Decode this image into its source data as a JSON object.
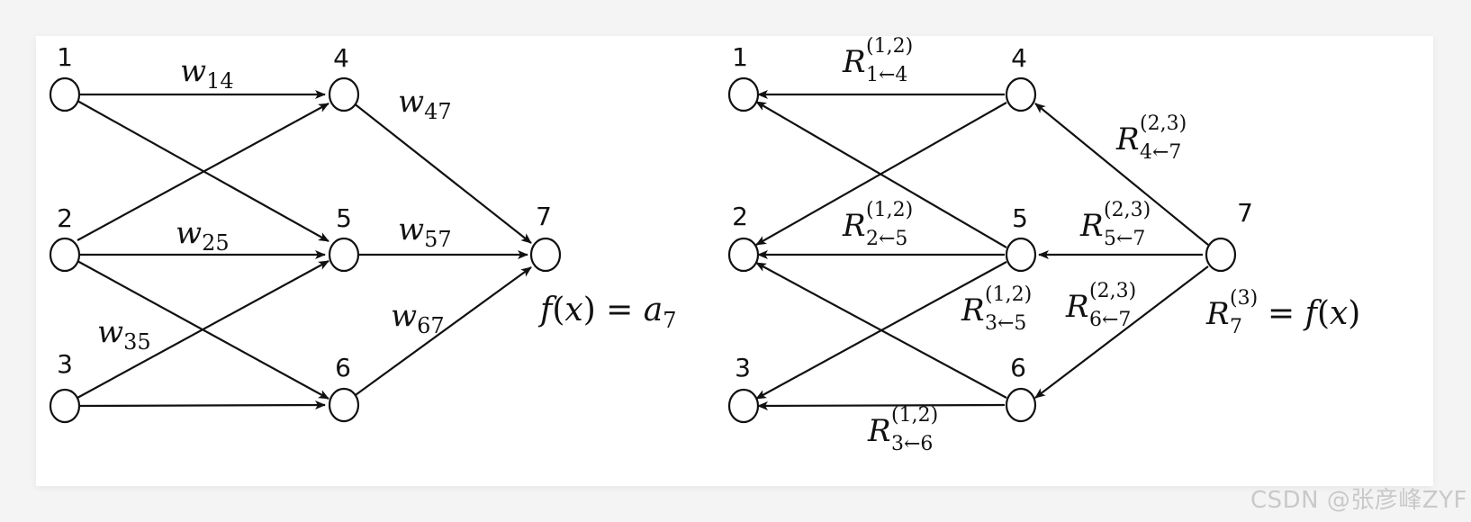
{
  "left_diagram": {
    "nodes": [
      "1",
      "2",
      "3",
      "4",
      "5",
      "6",
      "7"
    ],
    "weight_labels": {
      "w14": {
        "base": "w",
        "sub": "14"
      },
      "w25": {
        "base": "w",
        "sub": "25"
      },
      "w35": {
        "base": "w",
        "sub": "35"
      },
      "w47": {
        "base": "w",
        "sub": "47"
      },
      "w57": {
        "base": "w",
        "sub": "57"
      },
      "w67": {
        "base": "w",
        "sub": "67"
      }
    },
    "output_eq": {
      "f": "f",
      "x": "x",
      "rhs": "a",
      "rhs_sub": "7"
    }
  },
  "right_diagram": {
    "nodes": [
      "1",
      "2",
      "3",
      "4",
      "5",
      "6",
      "7"
    ],
    "relevance_labels": {
      "r14": {
        "base": "R",
        "sup": "(1,2)",
        "sub": "1←4"
      },
      "r25": {
        "base": "R",
        "sup": "(1,2)",
        "sub": "2←5"
      },
      "r35": {
        "base": "R",
        "sup": "(1,2)",
        "sub": "3←5"
      },
      "r36": {
        "base": "R",
        "sup": "(1,2)",
        "sub": "3←6"
      },
      "r47": {
        "base": "R",
        "sup": "(2,3)",
        "sub": "4←7"
      },
      "r57": {
        "base": "R",
        "sup": "(2,3)",
        "sub": "5←7"
      },
      "r67": {
        "base": "R",
        "sup": "(2,3)",
        "sub": "6←7"
      }
    },
    "output_eq": {
      "base": "R",
      "sup": "(3)",
      "sub": "7",
      "f": "f",
      "x": "x"
    }
  },
  "watermark": "CSDN @张彦峰ZYF"
}
